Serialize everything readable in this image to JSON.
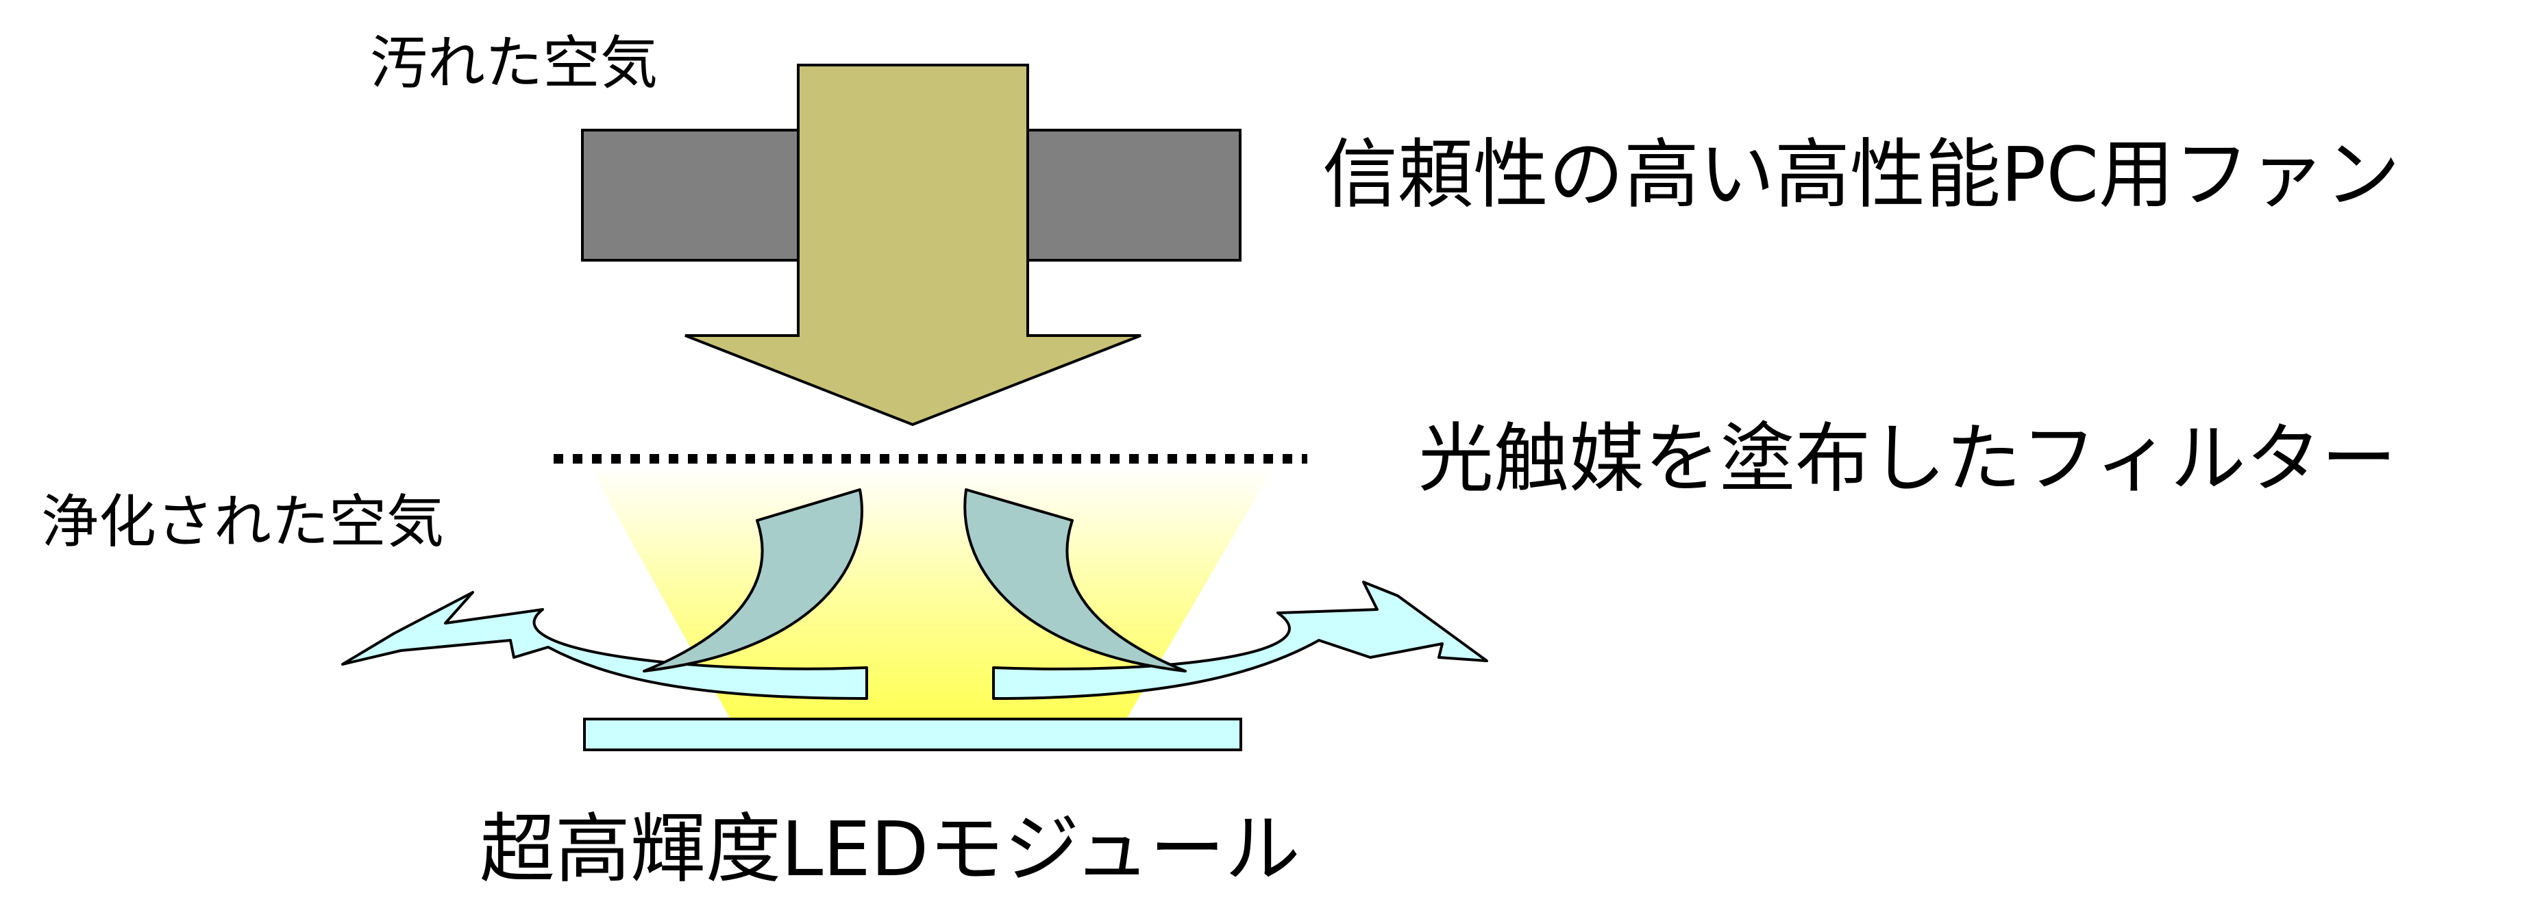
{
  "labels": {
    "dirty_air": "汚れた空気",
    "clean_air": "浄化された空気",
    "fan": "信頼性の高い高性能PC用ファン",
    "filter": "光触媒を塗布したフィルター",
    "led": "超高輝度LEDモジュール"
  },
  "colors": {
    "fan_body": "#808080",
    "down_arrow": "#C8C276",
    "light_glow": "#FFFF66",
    "inner_arrows": "#A7CDCA",
    "outer_arrows": "#CCFFFF",
    "led_module": "#CCFFFF",
    "filter_dots": "#000000",
    "outline": "#000000"
  }
}
